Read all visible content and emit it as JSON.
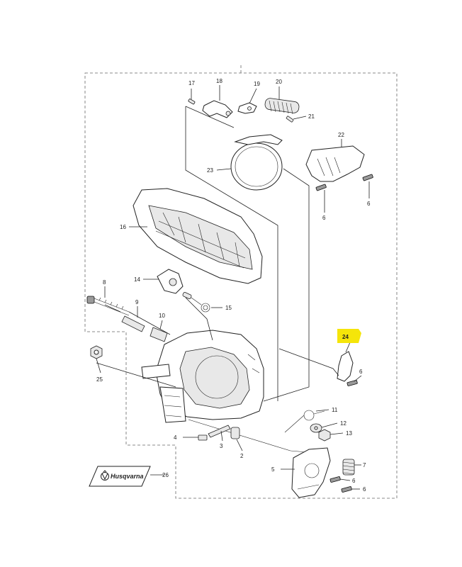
{
  "callouts": {
    "c2": "2",
    "c3": "3",
    "c4": "4",
    "c5": "5",
    "c6a": "6",
    "c6b": "6",
    "c6c": "6",
    "c6d": "6",
    "c6e": "6",
    "c7": "7",
    "c8": "8",
    "c9": "9",
    "c10": "10",
    "c11": "11",
    "c12": "12",
    "c13": "13",
    "c14": "14",
    "c15": "15",
    "c16": "16",
    "c17": "17",
    "c18": "18",
    "c19": "19",
    "c20": "20",
    "c21": "21",
    "c22": "22",
    "c23": "23",
    "c24": "24",
    "c25": "25",
    "c26": "26"
  },
  "highlight": {
    "part": "24",
    "color": "#f5e50a"
  },
  "logo": {
    "text": "Husqvarna"
  }
}
